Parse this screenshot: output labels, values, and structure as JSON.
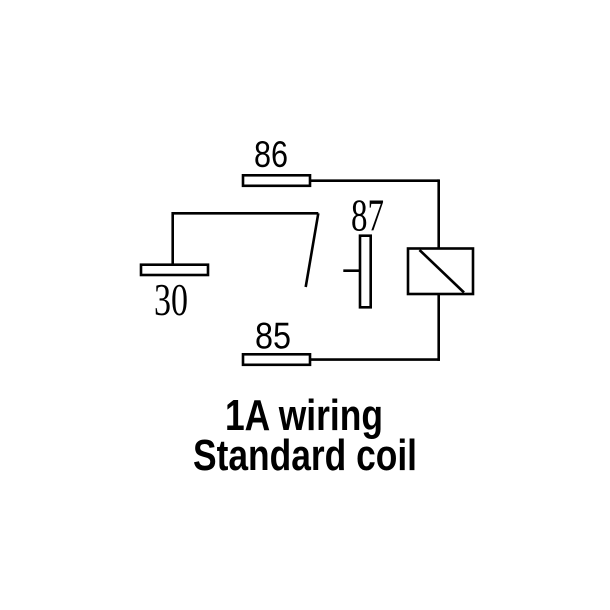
{
  "diagram": {
    "kind": "relay wiring schematic",
    "terminals": {
      "t86": "86",
      "t87": "87",
      "t30": "30",
      "t85": "85"
    },
    "caption": {
      "line1": "1A wiring",
      "line2": "Standard coil"
    },
    "colors": {
      "line": "#000000",
      "background": "#ffffff",
      "pin_fill": "#ffffff"
    }
  }
}
